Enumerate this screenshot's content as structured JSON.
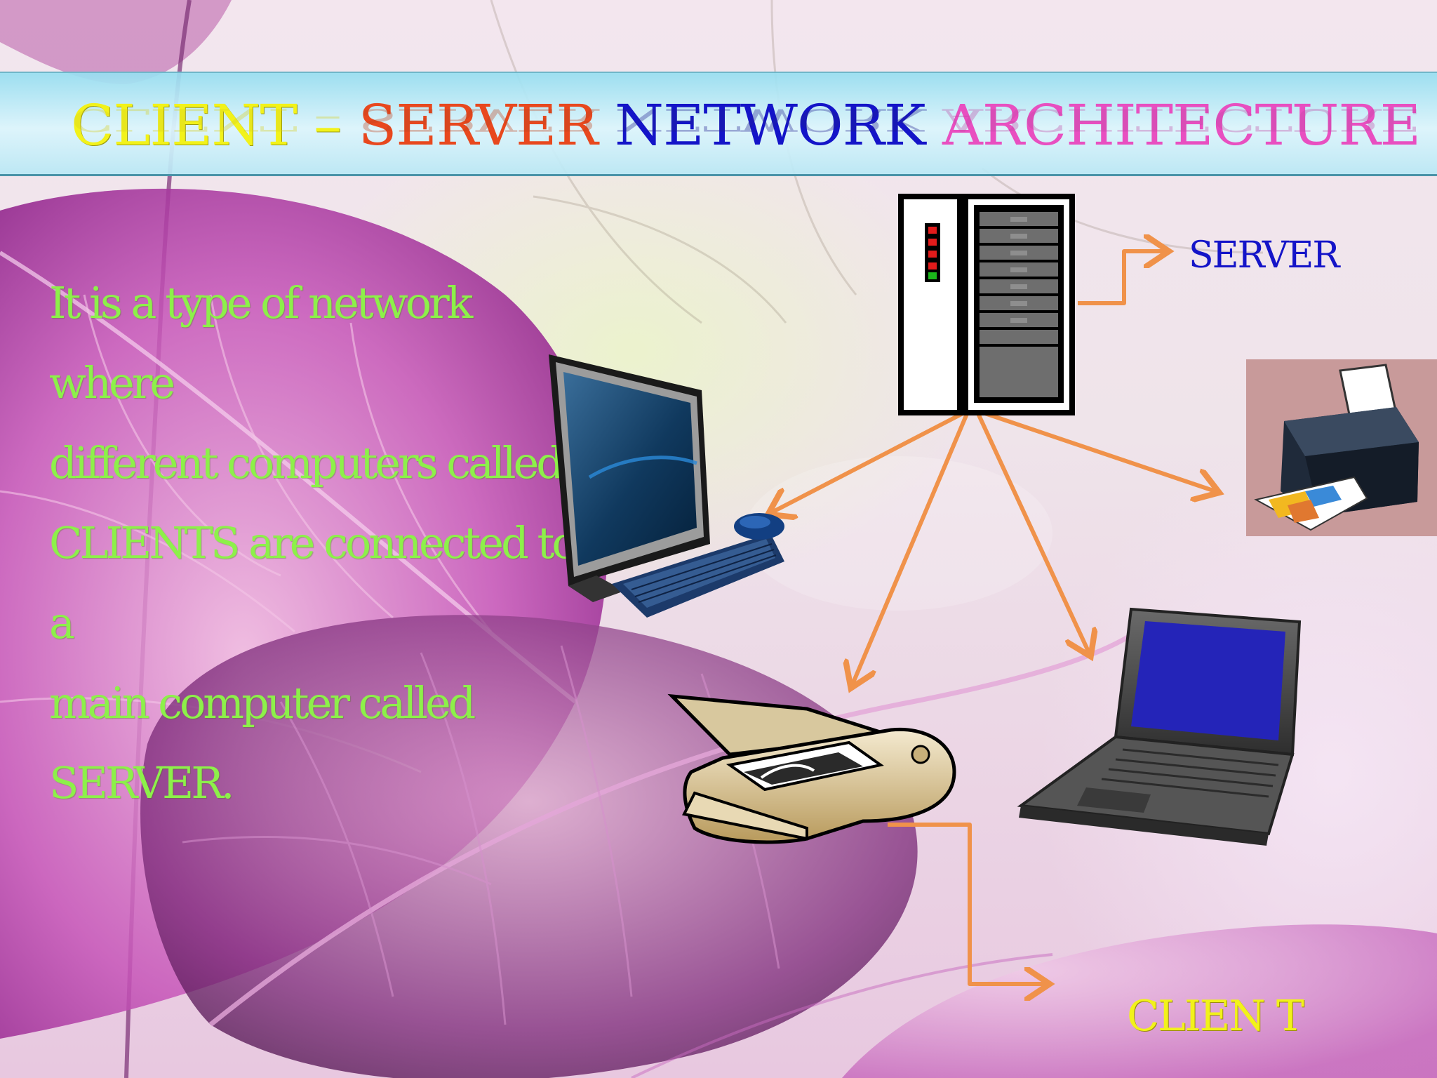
{
  "slide": {
    "title_parts": [
      {
        "text": "CLIENT – ",
        "color": "#f2f21a"
      },
      {
        "text": "SERVER ",
        "color": "#e8481e"
      },
      {
        "text": "NETWORK  ",
        "color": "#1414c8"
      },
      {
        "text": "ARCHITECTURE",
        "color": "#e84fc0"
      }
    ],
    "body_lines": [
      "It is a type of network",
      "where",
      "different computers called",
      "CLIENTS are connected to",
      "a",
      "main computer called",
      "SERVER."
    ],
    "server_label": "SERVER",
    "client_label": "CLIEN T",
    "colors": {
      "body_text": "#8df04a",
      "server_label": "#1414c8",
      "client_label": "#f2f21a",
      "arrow": "#f0924a",
      "title_bar": "#bfe9f5"
    },
    "icons": [
      "server-tower-icon",
      "desktop-computer-icon",
      "printer-icon",
      "scanner-icon",
      "laptop-icon"
    ]
  }
}
